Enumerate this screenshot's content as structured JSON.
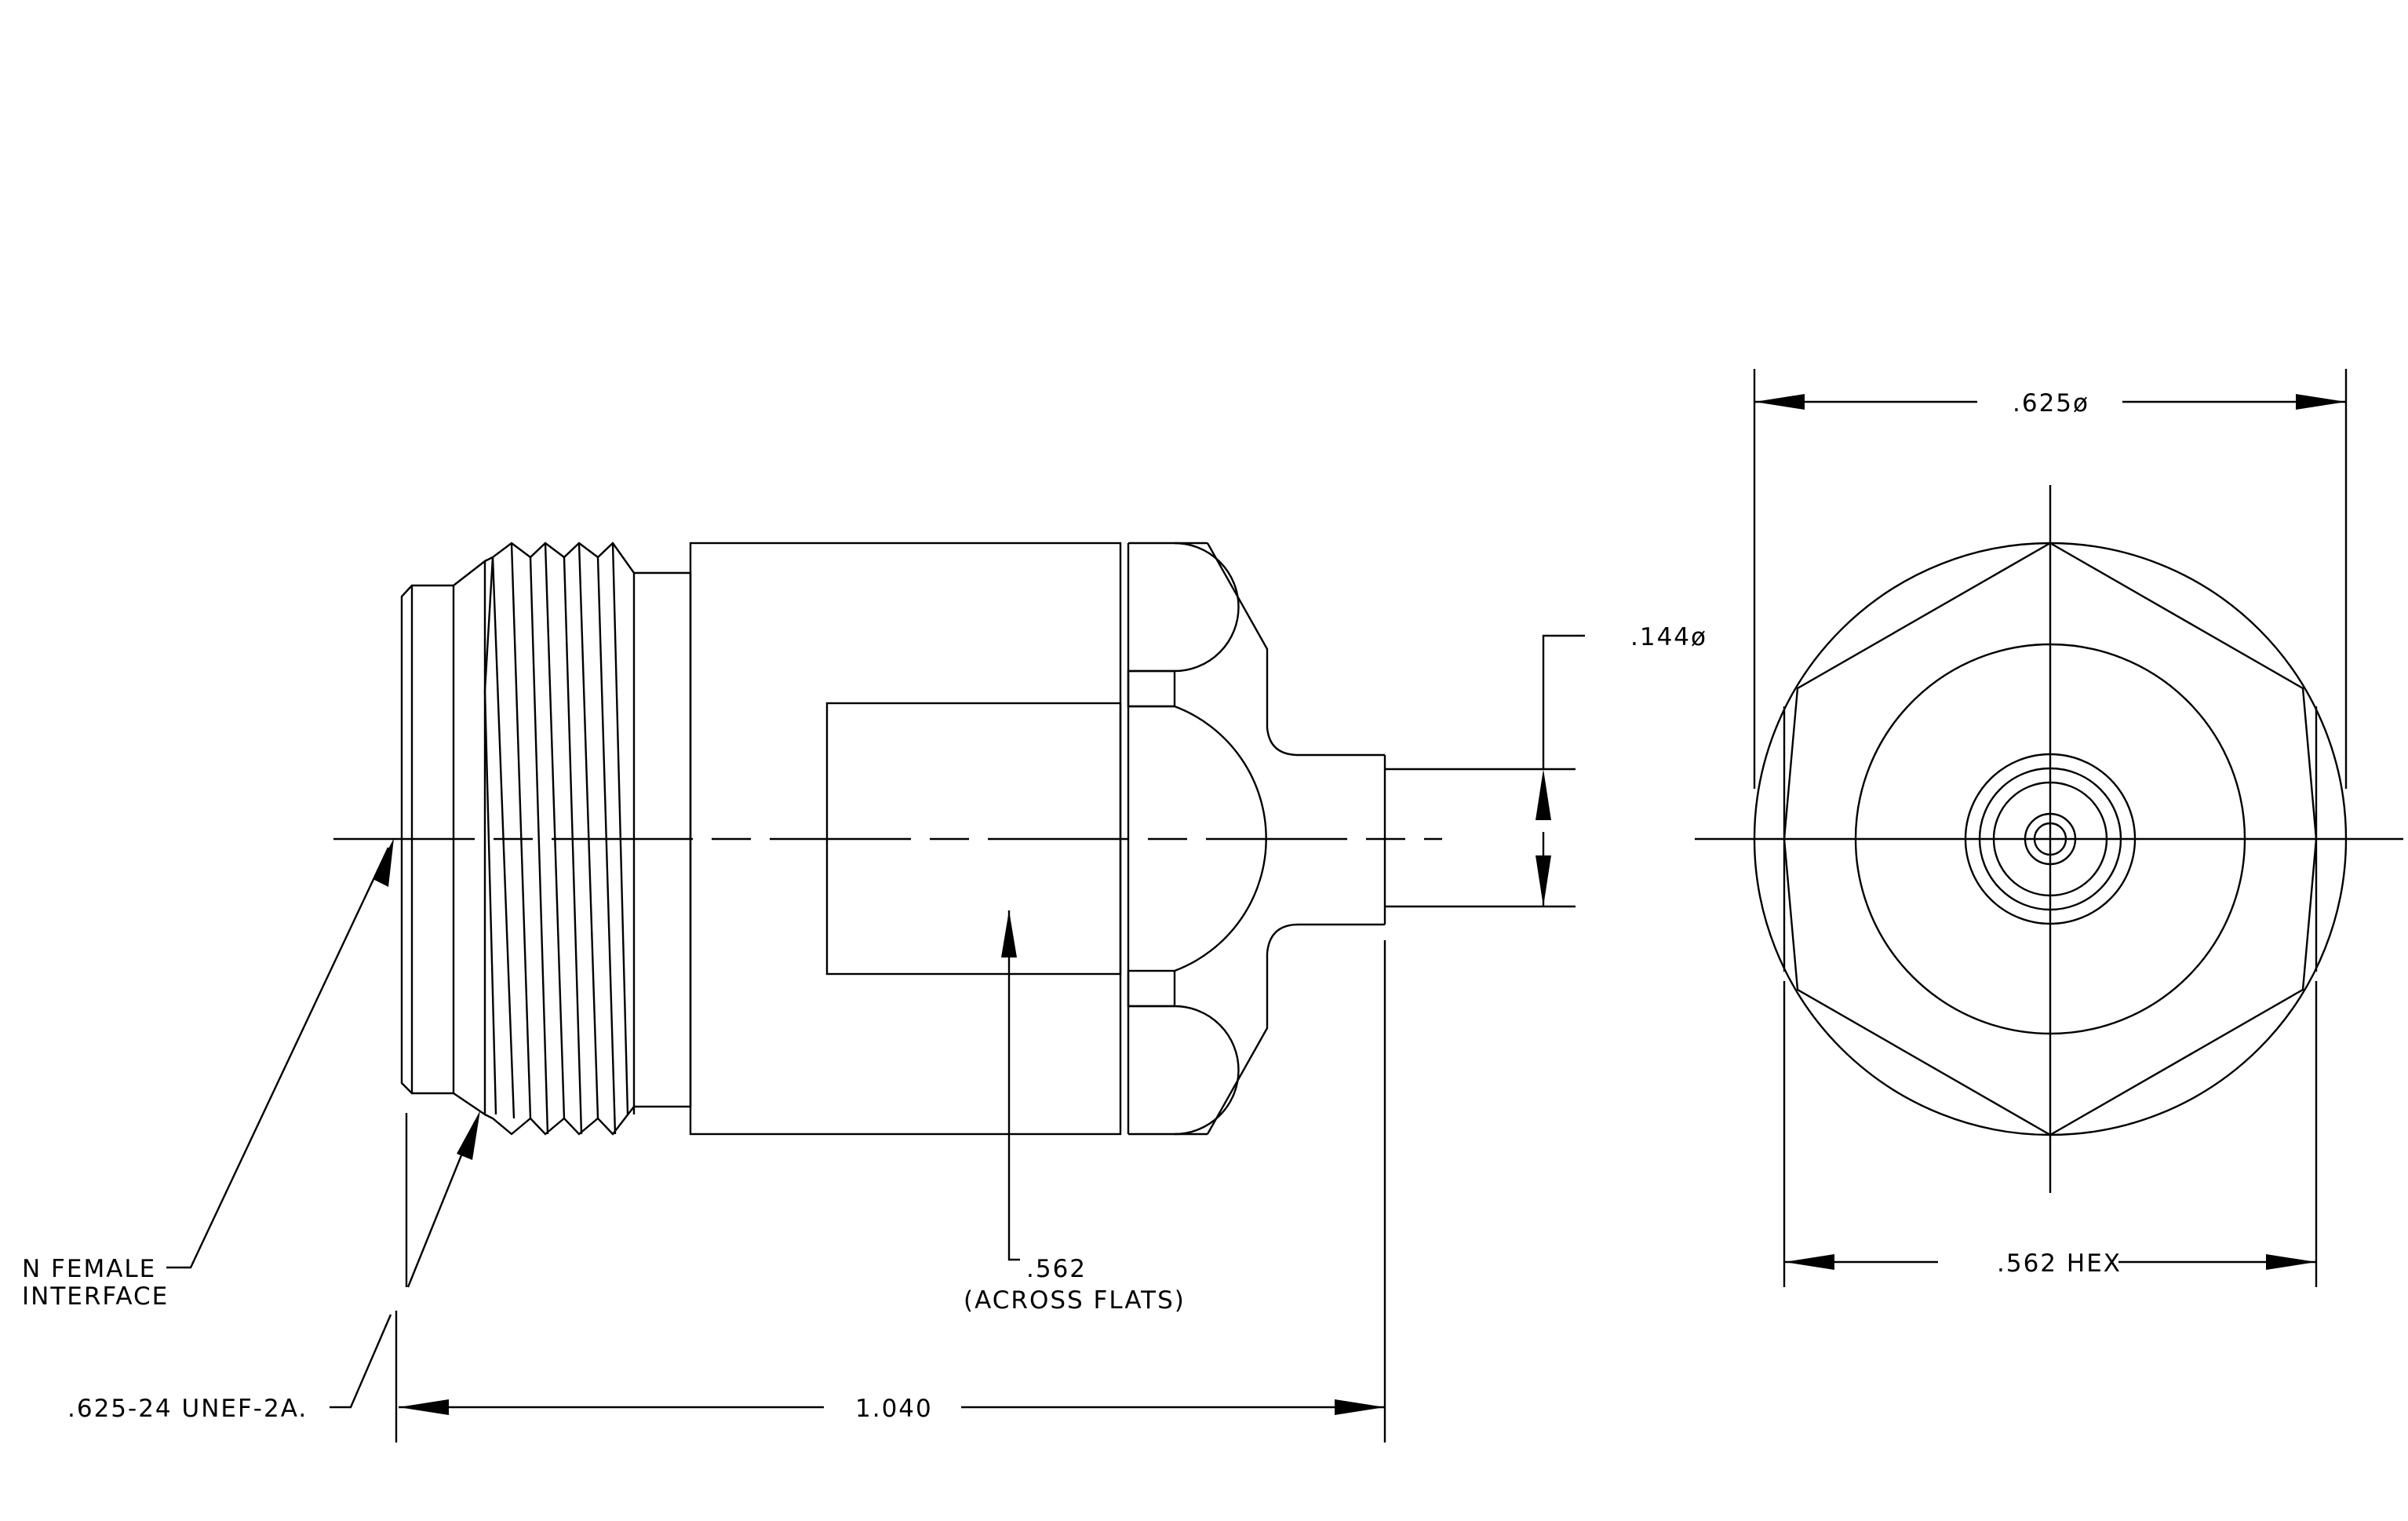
{
  "side_view": {
    "dim_length": "1.040",
    "dim_pin_dia": ".144ø",
    "dim_across_flats_value": ".562",
    "dim_across_flats_note": "(ACROSS FLATS)",
    "callout_interface_line1": "N FEMALE",
    "callout_interface_line2": "INTERFACE",
    "callout_thread": ".625-24 UNEF-2A."
  },
  "end_view": {
    "dim_diameter": ".625ø",
    "dim_hex": ".562 HEX"
  }
}
